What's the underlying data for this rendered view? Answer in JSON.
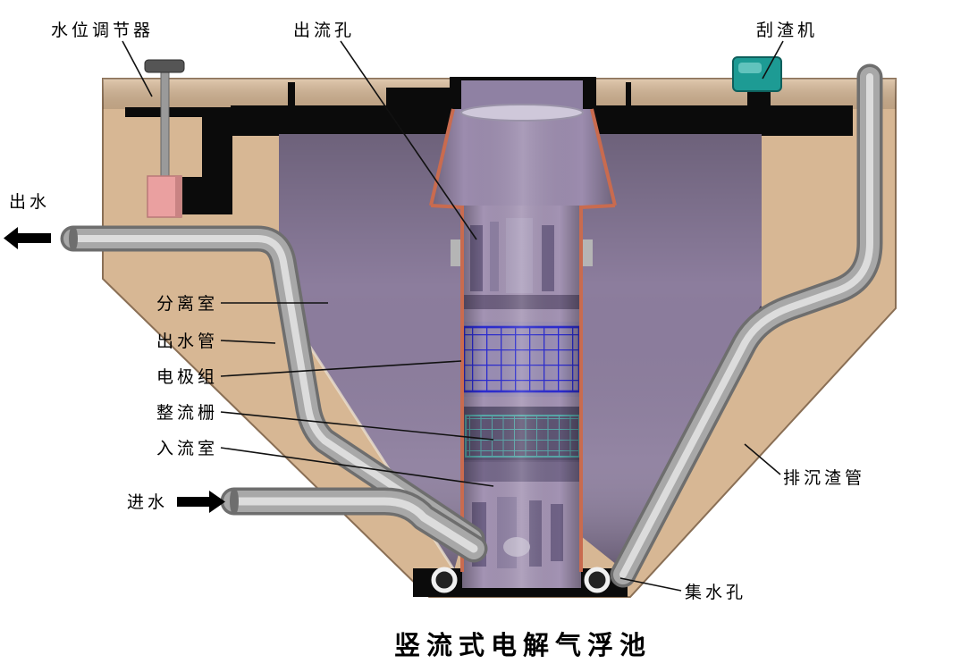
{
  "title": "竖流式电解气浮池",
  "labels": {
    "water_level_regulator": "水位调节器",
    "outflow_hole": "出流孔",
    "scum_scraper": "刮渣机",
    "outlet_water": "出水",
    "separation_chamber": "分离室",
    "outlet_pipe": "出水管",
    "electrode_group": "电极组",
    "rectifying_grid": "整流栅",
    "inflow_chamber": "入流室",
    "inlet_water": "进水",
    "sediment_discharge_pipe": "排沉渣管",
    "water_collection_hole": "集水孔"
  },
  "colors": {
    "background": "#ffffff",
    "tank_wall": "#d7b794",
    "chamber_fill": "#8c7d9d",
    "column_fill": "#a393b3",
    "flare_fill": "#9c8cae",
    "electrode_grid": "#2b2bd0",
    "rectifier_grid": "#57a6a8",
    "pipe_gray": "#a8a8a8",
    "scraper_teal": "#1d9b94",
    "regulator_pink": "#eaa0a0",
    "rim_orange": "#c96b4f",
    "shadow_black": "#0b0b0b",
    "label_text": "#000000"
  }
}
